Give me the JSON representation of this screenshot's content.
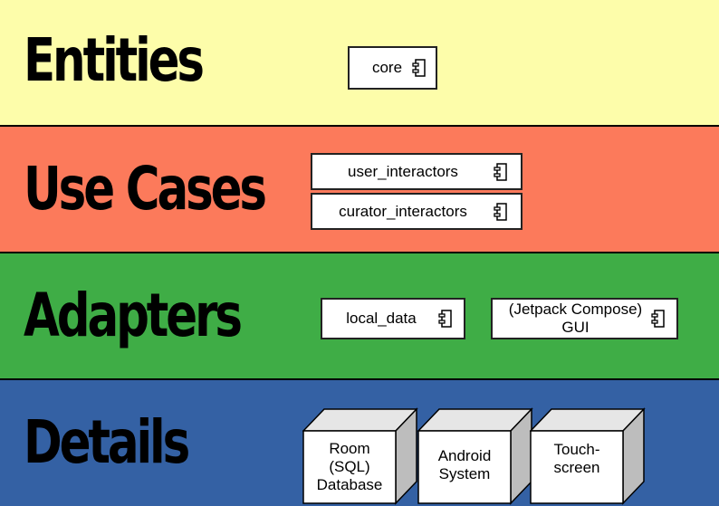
{
  "layers": {
    "entities": {
      "title": "Entities",
      "color": "#fdfdaa"
    },
    "use_cases": {
      "title": "Use Cases",
      "color": "#fc7a5b"
    },
    "adapters": {
      "title": "Adapters",
      "color": "#3fad46"
    },
    "details": {
      "title": "Details",
      "color": "#3461a4"
    }
  },
  "components": {
    "core": "core",
    "user_interactors": "user_interactors",
    "curator_interactors": "curator_interactors",
    "local_data": "local_data",
    "gui_line1": "(Jetpack Compose)",
    "gui_line2": "GUI"
  },
  "nodes": {
    "room": [
      "Room",
      "(SQL)",
      "Database"
    ],
    "android": [
      "Android",
      "System"
    ],
    "touch": [
      "Touch-",
      "screen"
    ]
  }
}
